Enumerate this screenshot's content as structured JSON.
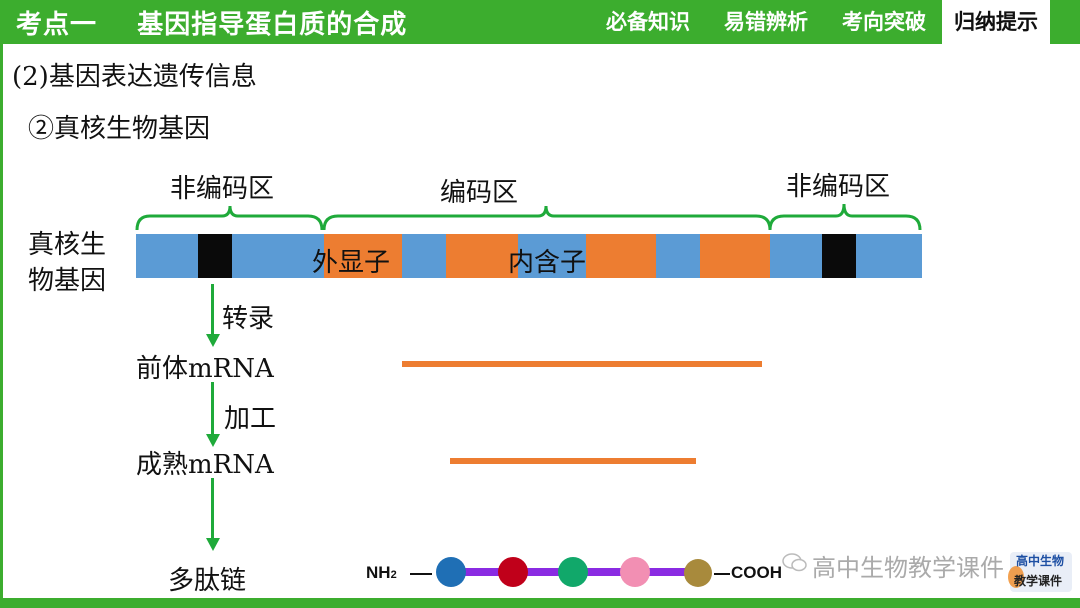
{
  "header": {
    "title": "考点一    基因指导蛋白质的合成",
    "tabs": [
      {
        "label": "必备知识",
        "active": false
      },
      {
        "label": "易错辨析",
        "active": false
      },
      {
        "label": "考向突破",
        "active": false
      },
      {
        "label": "归纳提示",
        "active": true
      }
    ]
  },
  "content": {
    "section_heading": "(2)基因表达遗传信息",
    "subheading": "②真核生物基因",
    "region_labels": {
      "noncoding_left": "非编码区",
      "coding": "编码区",
      "noncoding_right": "非编码区"
    },
    "gene_label_line1": "真核生",
    "gene_label_line2": "物基因",
    "exon_label": "外显子",
    "intron_label": "内含子",
    "step_transcription": "转录",
    "pre_mrna_label": "前体mRNA",
    "step_processing": "加工",
    "mature_mrna_label": "成熟mRNA",
    "polypeptide_label": "多肽链",
    "nh2_label": "NH",
    "nh2_subscript": "2",
    "cooh_label": "COOH",
    "amino_acid_colors": [
      "#1f6fb5",
      "#c0001a",
      "#11a86a",
      "#f28fb3",
      "#a88a3c"
    ],
    "exon_color": "#ed7d31",
    "gene_color": "#5b9bd5",
    "accent_green": "#3cad2e"
  },
  "watermark": {
    "text": "高中生物教学课件",
    "logo_text_top": "高中生物",
    "logo_text_bottom": "教学课件"
  }
}
